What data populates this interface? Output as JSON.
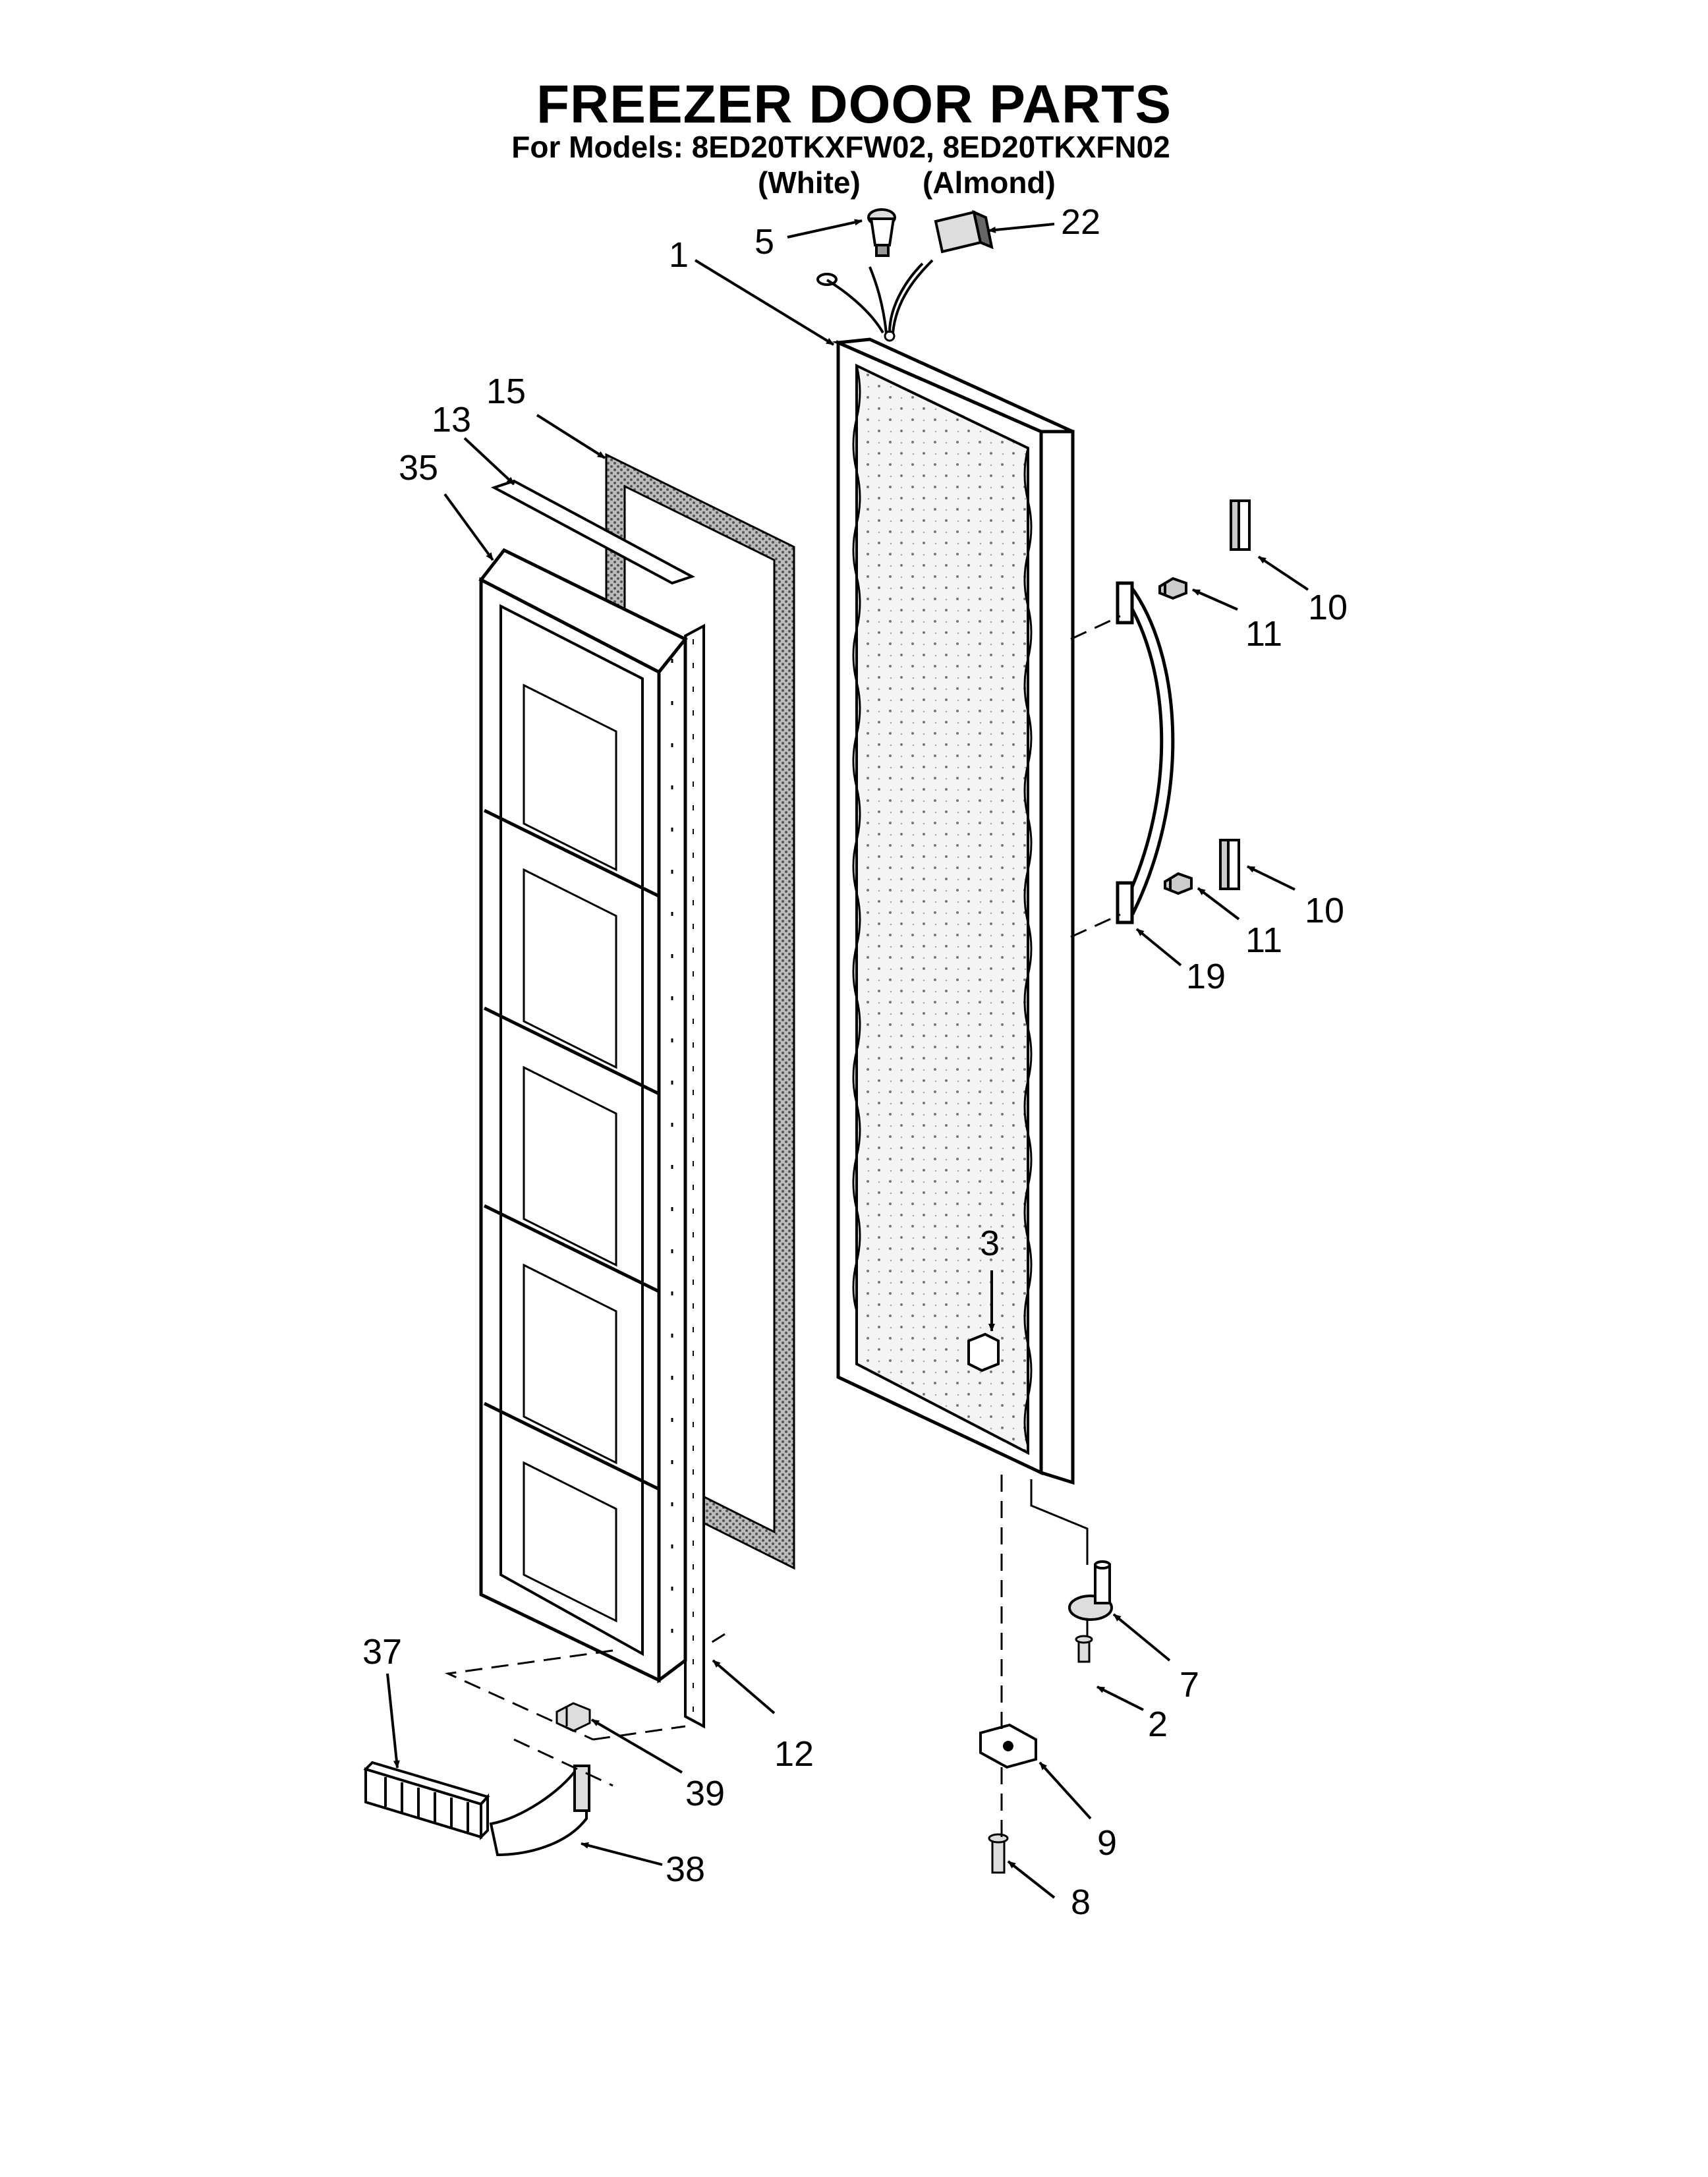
{
  "title": "FREEZER DOOR PARTS",
  "subtitle": "For Models: 8ED20TKXFW02, 8ED20TKXFN02",
  "variants": {
    "white": "(White)",
    "almond": "(Almond)"
  },
  "callouts": {
    "c1": "1",
    "c2": "2",
    "c3": "3",
    "c5": "5",
    "c7": "7",
    "c8": "8",
    "c9": "9",
    "c10a": "10",
    "c10b": "10",
    "c11a": "11",
    "c11b": "11",
    "c12": "12",
    "c13": "13",
    "c15": "15",
    "c19": "19",
    "c22": "22",
    "c35": "35",
    "c37": "37",
    "c38": "38",
    "c39": "39"
  }
}
